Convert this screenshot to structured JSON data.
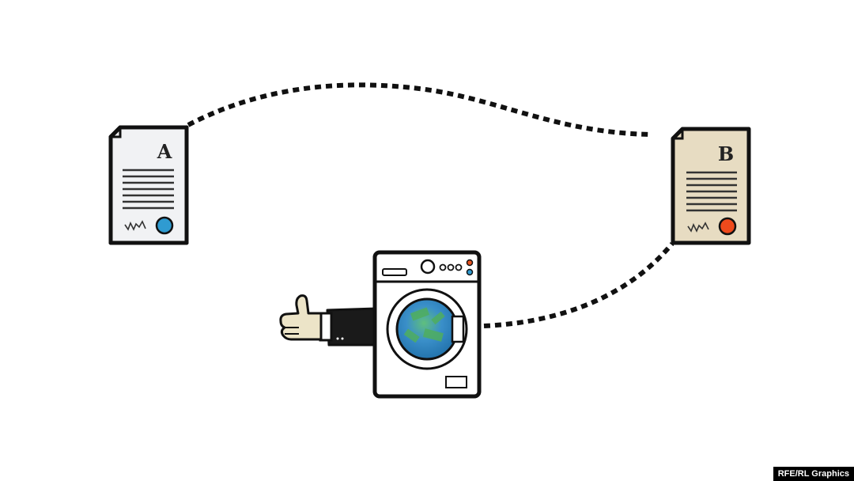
{
  "documents": {
    "a": {
      "letter": "A",
      "paper_color": "#f1f2f4",
      "seal_color": "#2f9bd1"
    },
    "b": {
      "letter": "B",
      "paper_color": "#e7dcc2",
      "seal_color": "#ee4a1c"
    }
  },
  "washing_machine": {
    "indicator_colors": [
      "#e8531f",
      "#2f9bd1"
    ]
  },
  "credit": "RFE/RL Graphics"
}
